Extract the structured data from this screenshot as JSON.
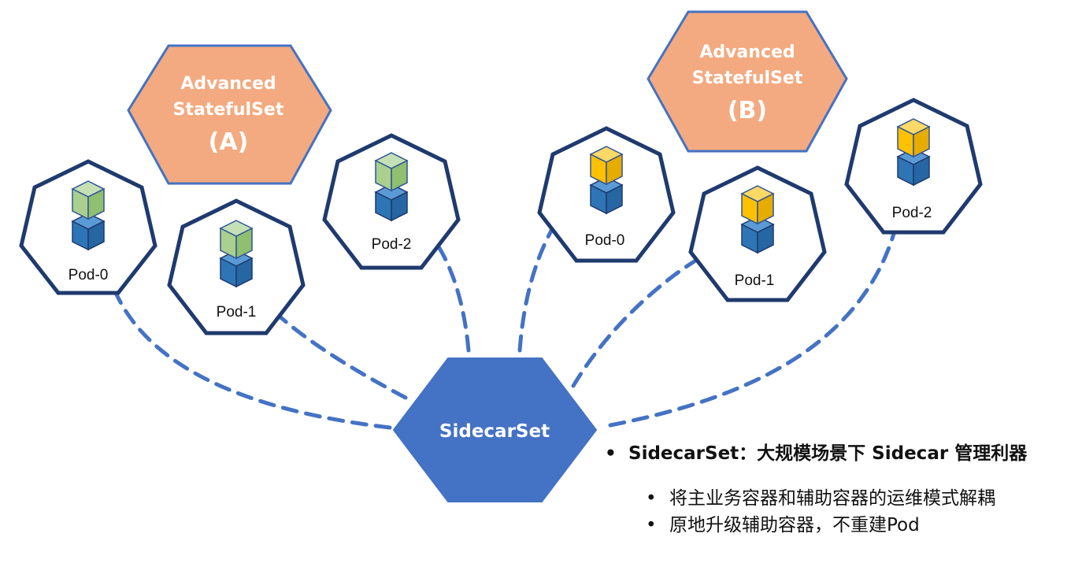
{
  "colors": {
    "hex_border": "#4472c4",
    "sidecar_fill": "#4472c4",
    "asts_fill": "#f3aa80",
    "pod_border": "#1f3a6e",
    "arrow": "#4472c4",
    "cube_green": "#a9d08e",
    "cube_yellow": "#ffc000",
    "cube_blue": "#2e75b6"
  },
  "sidecarset": {
    "label": "SidecarSet"
  },
  "asts_a": {
    "line1": "Advanced",
    "line2": "StatefulSet",
    "line3": "(A)"
  },
  "asts_b": {
    "line1": "Advanced",
    "line2": "StatefulSet",
    "line3": "(B)"
  },
  "pods_a": [
    {
      "label": "Pod-0",
      "top_cube": "green"
    },
    {
      "label": "Pod-1",
      "top_cube": "green"
    },
    {
      "label": "Pod-2",
      "top_cube": "green"
    }
  ],
  "pods_b": [
    {
      "label": "Pod-0",
      "top_cube": "yellow"
    },
    {
      "label": "Pod-1",
      "top_cube": "yellow"
    },
    {
      "label": "Pod-2",
      "top_cube": "yellow"
    }
  ],
  "notes": {
    "bullet": "•",
    "main": "SidecarSet：大规模场景下 Sidecar 管理利器",
    "subs": [
      "将主业务容器和辅助容器的运维模式解耦",
      "原地升级辅助容器，不重建Pod"
    ]
  }
}
